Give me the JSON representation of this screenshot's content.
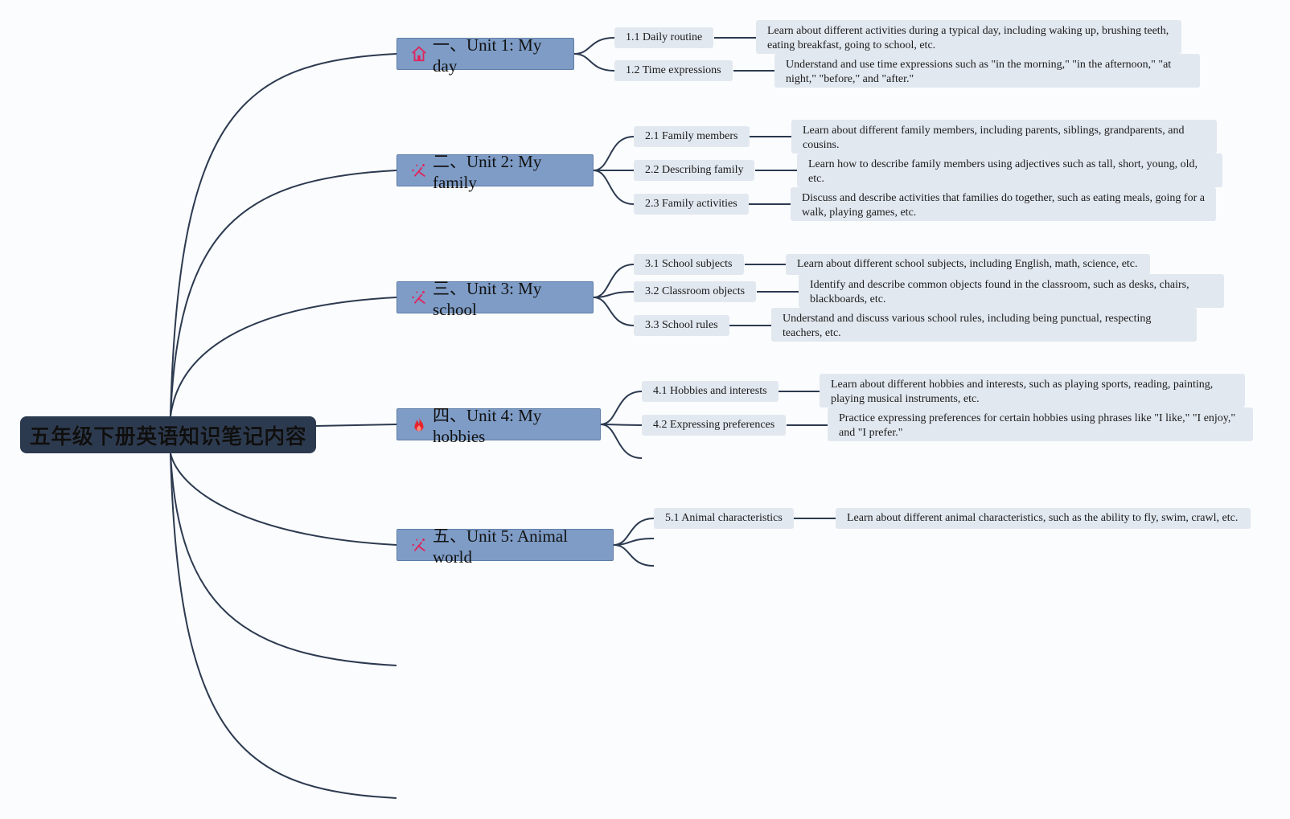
{
  "root": {
    "title": "五年级下册英语知识笔记内容"
  },
  "units": [
    {
      "label": "一、Unit 1: My day",
      "icon": "home-icon",
      "subs": [
        {
          "label": "1.1 Daily routine",
          "detail": "Learn about different activities during a typical day, including waking up, brushing teeth, eating breakfast, going to school, etc."
        },
        {
          "label": "1.2 Time expressions",
          "detail": "Understand and use time expressions such as \"in the morning,\" \"in the afternoon,\" \"at night,\" \"before,\" and \"after.\""
        }
      ]
    },
    {
      "label": "二、Unit 2: My family",
      "icon": "sparkle-wand-icon",
      "subs": [
        {
          "label": "2.1 Family members",
          "detail": "Learn about different family members, including parents, siblings, grandparents, and cousins."
        },
        {
          "label": "2.2 Describing family",
          "detail": "Learn how to describe family members using adjectives such as tall, short, young, old, etc."
        },
        {
          "label": "2.3 Family activities",
          "detail": "Discuss and describe activities that families do together, such as eating meals, going for a walk, playing games, etc."
        }
      ]
    },
    {
      "label": "三、Unit 3: My school",
      "icon": "sparkle-wand-icon",
      "subs": [
        {
          "label": "3.1 School subjects",
          "detail": "Learn about different school subjects, including English, math, science, etc."
        },
        {
          "label": "3.2 Classroom objects",
          "detail": "Identify and describe common objects found in the classroom, such as desks, chairs, blackboards, etc."
        },
        {
          "label": "3.3 School rules",
          "detail": "Understand and discuss various school rules, including being punctual, respecting teachers, etc."
        }
      ]
    },
    {
      "label": "四、Unit 4: My hobbies",
      "icon": "fire-icon",
      "subs": [
        {
          "label": "4.1 Hobbies and interests",
          "detail": "Learn about different hobbies and interests, such as playing sports, reading, painting, playing musical instruments, etc."
        },
        {
          "label": "4.2 Expressing preferences",
          "detail": "Practice expressing preferences for certain hobbies using phrases like \"I like,\" \"I enjoy,\" and \"I prefer.\""
        }
      ]
    },
    {
      "label": "五、Unit 5: Animal world",
      "icon": "sparkle-wand-icon",
      "subs": [
        {
          "label": "5.1 Animal characteristics",
          "detail": "Learn about different animal characteristics, such as the ability to fly, swim, crawl, etc."
        }
      ]
    }
  ],
  "colors": {
    "edge": "#2c3a50",
    "icon_accent": "#e0245e",
    "fire": "#e8232e"
  }
}
